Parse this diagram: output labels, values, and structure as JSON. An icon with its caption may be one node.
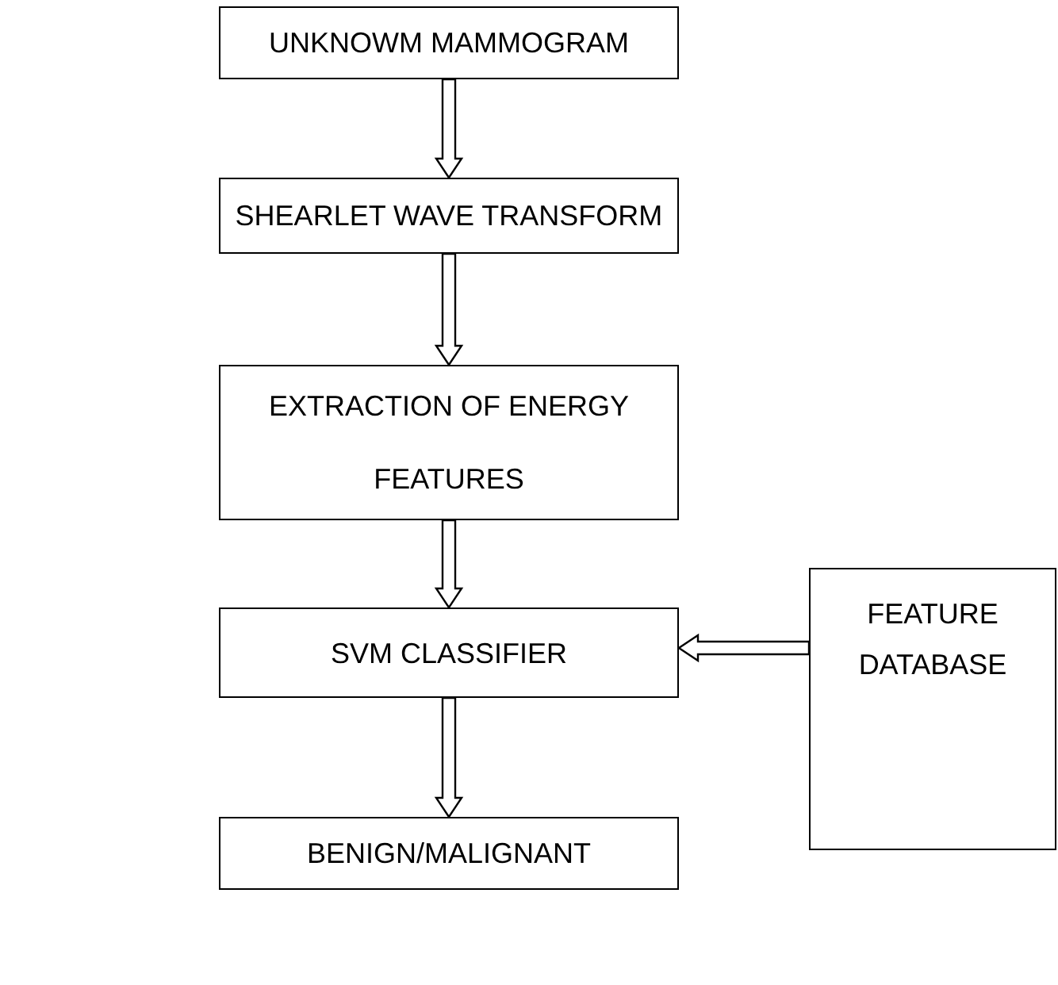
{
  "diagram": {
    "nodes": [
      {
        "text": [
          "UNKNOWM MAMMOGRAM"
        ]
      },
      {
        "text": [
          "SHEARLET WAVE TRANSFORM"
        ]
      },
      {
        "text": [
          "EXTRACTION OF ENERGY FEATURES"
        ]
      },
      {
        "text": [
          "SVM CLASSIFIER"
        ]
      },
      {
        "text": [
          "BENIGN/MALIGNANT"
        ]
      },
      {
        "text": [
          "FEATURE DATABASE"
        ]
      }
    ],
    "edges": [
      {
        "from": 0,
        "to": 1,
        "arrow": "to"
      },
      {
        "from": 1,
        "to": 2,
        "arrow": "to"
      },
      {
        "from": 2,
        "to": 3,
        "arrow": "to"
      },
      {
        "from": 3,
        "to": 4,
        "arrow": "to"
      },
      {
        "from": 5,
        "to": 3,
        "arrow": "to"
      }
    ]
  }
}
